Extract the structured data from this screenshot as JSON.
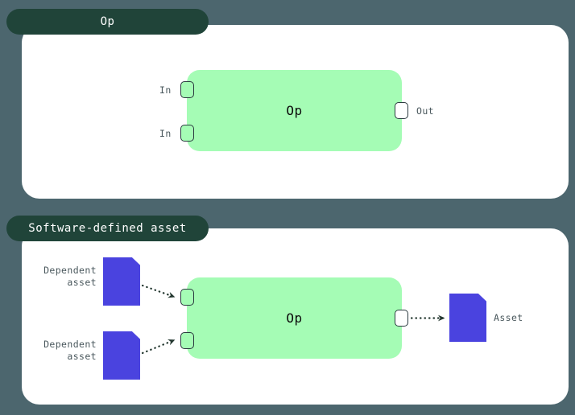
{
  "diagram": {
    "title_top": "Op",
    "title_bottom": "Software-defined asset",
    "colors": {
      "background": "#4c666e",
      "panel": "#ffffff",
      "tab": "#204439",
      "op_box": "#a5fcb5",
      "asset": "#4a43df",
      "port_border": "#2b3a3f",
      "label_text": "#49575c",
      "arrow": "#23372f"
    }
  },
  "panels": [
    {
      "id": "op",
      "tab_label": "Op",
      "op_label": "Op",
      "inputs": [
        {
          "label": "In"
        },
        {
          "label": "In"
        }
      ],
      "outputs": [
        {
          "label": "Out"
        }
      ]
    },
    {
      "id": "software-defined-asset",
      "tab_label": "Software-defined asset",
      "op_label": "Op",
      "inputs": [
        {
          "label": "Dependent asset",
          "label_line1": "Dependent",
          "label_line2": "asset"
        },
        {
          "label": "Dependent asset",
          "label_line1": "Dependent",
          "label_line2": "asset"
        }
      ],
      "outputs": [
        {
          "label": "Asset"
        }
      ]
    }
  ]
}
